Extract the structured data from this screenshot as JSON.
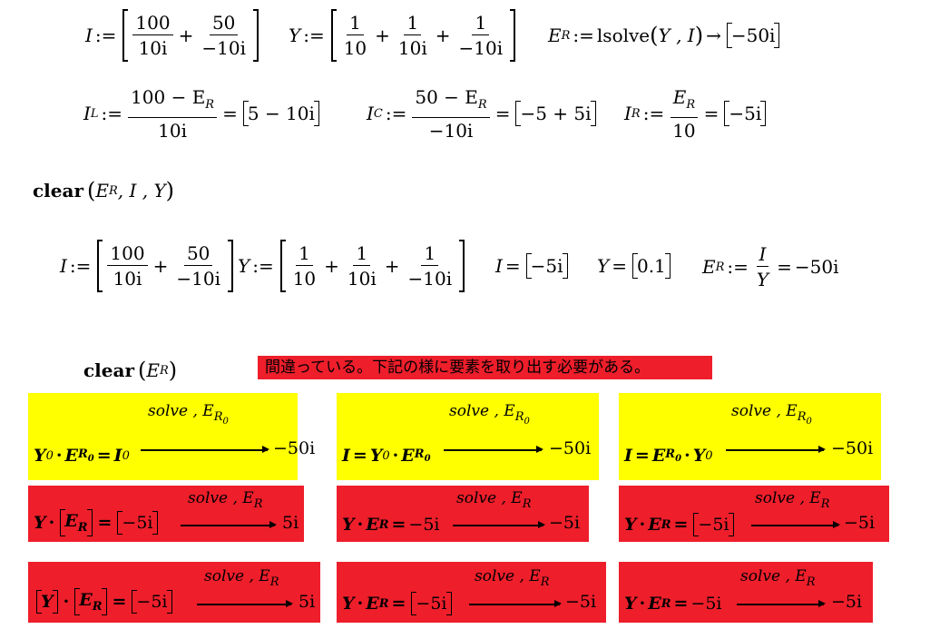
{
  "line1": {
    "I_var": "I",
    "assign": ":=",
    "i_num1": "100",
    "i_den1": "10i",
    "i_num2": "50",
    "i_den2": "−10i",
    "Y_var": "Y",
    "y_num1": "1",
    "y_den1": "10",
    "y_num2": "1",
    "y_den2": "10i",
    "y_num3": "1",
    "y_den3": "−10i",
    "E_var": "E",
    "E_sub": "R",
    "lsolve": "lsolve",
    "lsolve_args": "Y , I",
    "arrow": "→",
    "result": "−50i"
  },
  "line2": {
    "IL_var": "I",
    "IL_sub": "L",
    "IL_num": "100 − E",
    "IL_num_sub": "R",
    "IL_den": "10i",
    "IL_res": "5 − 10i",
    "IC_var": "I",
    "IC_sub": "C",
    "IC_num": "50 − E",
    "IC_num_sub": "R",
    "IC_den": "−10i",
    "IC_res": "−5 + 5i",
    "IR_var": "I",
    "IR_sub": "R",
    "IR_num": "E",
    "IR_num_sub": "R",
    "IR_den": "10",
    "IR_res": "−5i"
  },
  "clear1": {
    "cmd": "clear",
    "args_pre": "E",
    "args_sub": "R",
    "args_post": ", I , Y"
  },
  "line3": {
    "I_var": "I",
    "i_num1": "100",
    "i_den1": "10i",
    "i_num2": "50",
    "i_den2": "−10i",
    "Y_var": "Y",
    "y_num1": "1",
    "y_den1": "10",
    "y_num2": "1",
    "y_den2": "10i",
    "y_num3": "1",
    "y_den3": "−10i",
    "I_eq": "I",
    "I_val": "−5i",
    "Y_eq": "Y",
    "Y_val": "0.1",
    "E_var": "E",
    "E_sub": "R",
    "frac_num": "I",
    "frac_den": "Y",
    "result": "−50i"
  },
  "clear2": {
    "cmd": "clear",
    "args_pre": "E",
    "args_sub": "R"
  },
  "note": "間違っている。下記の様に要素を取り出す必要がある。",
  "solve_label": "solve , E",
  "boxes": {
    "y1": {
      "res": "−50i"
    },
    "y2": {
      "res": "−50i"
    },
    "y3": {
      "res": "−50i"
    },
    "r1": {
      "res": "5i",
      "rhs": "−5i"
    },
    "r2": {
      "res": "−5i",
      "rhs": "−5i"
    },
    "r3": {
      "res": "−5i",
      "rhs": "−5i"
    },
    "r4": {
      "res": "5i",
      "rhs": "−5i"
    },
    "r5": {
      "res": "−5i",
      "rhs": "−5i"
    },
    "r6": {
      "res": "−5i",
      "rhs": "−5i"
    }
  },
  "colors": {
    "yellow": "#ffff00",
    "red": "#ee1e2b"
  }
}
